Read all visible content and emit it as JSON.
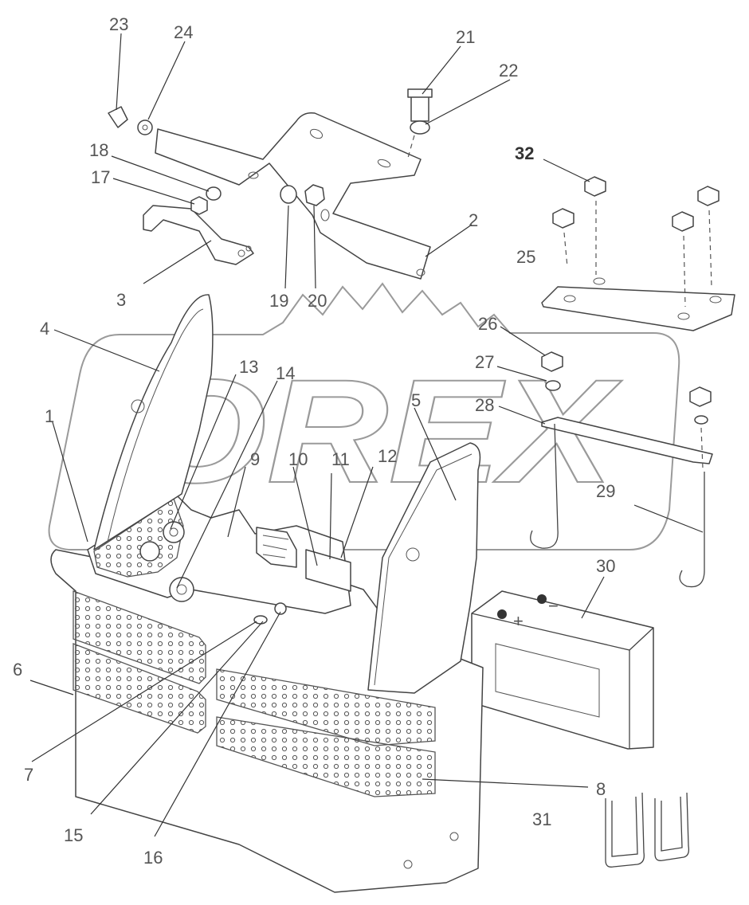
{
  "diagram": {
    "watermark": "OREX",
    "callouts": {
      "c1": "1",
      "c2": "2",
      "c3": "3",
      "c4": "4",
      "c5": "5",
      "c6": "6",
      "c7": "7",
      "c8": "8",
      "c9": "9",
      "c10": "10",
      "c11": "11",
      "c12": "12",
      "c13": "13",
      "c14": "14",
      "c15": "15",
      "c16": "16",
      "c17": "17",
      "c18": "18",
      "c19": "19",
      "c20": "20",
      "c21": "21",
      "c22": "22",
      "c23": "23",
      "c24": "24",
      "c25": "25",
      "c26": "26",
      "c27": "27",
      "c28": "28",
      "c29": "29",
      "c30": "30",
      "c31": "31",
      "c32": "32"
    },
    "battery_terminals": {
      "negative": "−",
      "positive": "+"
    },
    "colors": {
      "line": "#444444",
      "label": "#555555",
      "watermark": "#9a9a9a",
      "background": "#ffffff"
    }
  }
}
